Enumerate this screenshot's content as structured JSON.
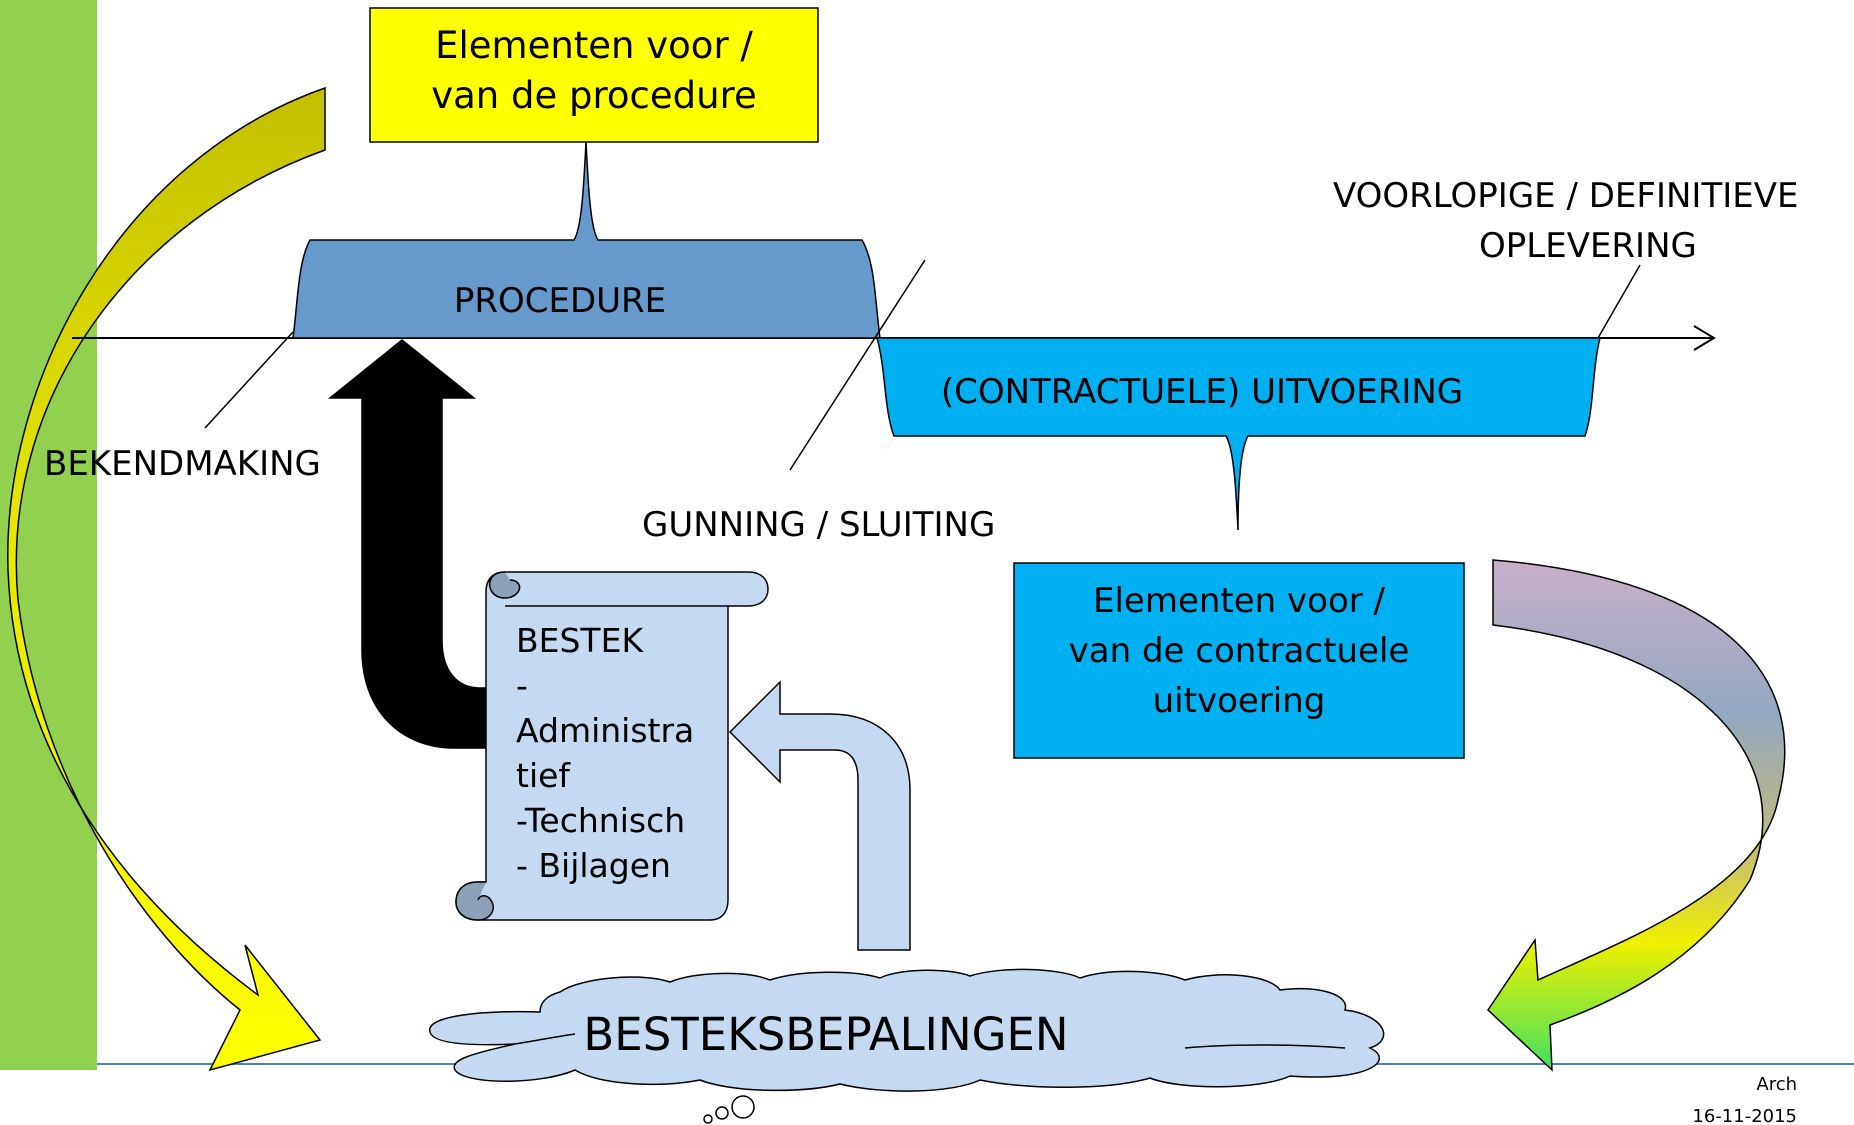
{
  "diagram": {
    "procedure_elements_box": {
      "line1": "Elementen voor /",
      "line2": "van de procedure",
      "fill": "#FFFF00"
    },
    "procedure_tab": {
      "label": "PROCEDURE",
      "fill": "#6699CC"
    },
    "uitvoering_tab": {
      "label": "(CONTRACTUELE) UITVOERING",
      "fill": "#00B0F0"
    },
    "oplevering": {
      "line1": "VOORLOPIGE / DEFINITIEVE",
      "line2": "OPLEVERING"
    },
    "bekendmaking": "BEKENDMAKING",
    "gunning": "GUNNING / SLUITING",
    "uitvoering_elements_box": {
      "line1": "Elementen voor /",
      "line2": "van de contractuele",
      "line3": "uitvoering",
      "fill": "#00B0F0"
    },
    "bestek_scroll": {
      "lines": [
        "BESTEK",
        "-",
        "Administra",
        "tief",
        "-Technisch",
        "- Bijlagen"
      ],
      "fill": "#C5D9F1"
    },
    "cloud": {
      "label": "BESTEKSBEPALINGEN",
      "fill": "#C5D9F1"
    }
  },
  "footer": {
    "author": "Arch",
    "date": "16-11-2015"
  },
  "colors": {
    "sidebar_green": "#92D050",
    "arrow_yellow": "#FFFF00",
    "arrow_olive": "#C8C800",
    "arrow_black": "#000000",
    "footer_line": "#4F81BD"
  }
}
